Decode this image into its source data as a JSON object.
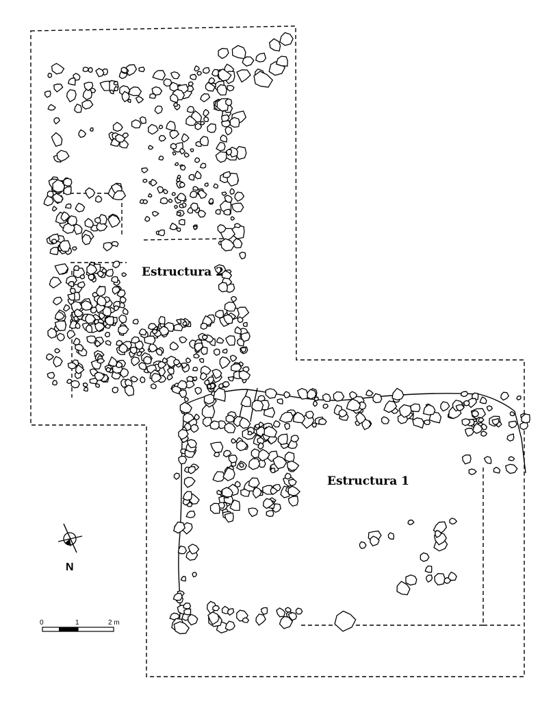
{
  "structures": [
    {
      "id": "estructura-2",
      "label": "Estructura 2"
    },
    {
      "id": "estructura-1",
      "label": "Estructura 1"
    }
  ],
  "north_arrow": {
    "label": "N"
  },
  "scale_bar": {
    "ticks": [
      "0",
      "1",
      "2 m"
    ]
  }
}
